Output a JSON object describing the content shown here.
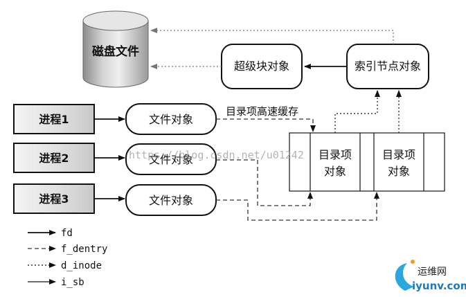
{
  "nodes": {
    "disk": "磁盘文件",
    "superblock": "超级块对象",
    "inode": "索引节点对象",
    "process1": "进程1",
    "process2": "进程2",
    "process3": "进程3",
    "file1": "文件对象",
    "file2": "文件对象",
    "file3": "文件对象",
    "dentry_cache": "目录项高速缓存",
    "dentry1": [
      "目录项",
      "对象"
    ],
    "dentry2": [
      "目录项",
      "对象"
    ]
  },
  "legend": {
    "fd": "fd",
    "f_dentry": "f_dentry",
    "d_inode": "d_inode",
    "i_sb": "i_sb"
  },
  "watermark": "https://blog.csdn.net/u01242",
  "logo": {
    "title": "运维网",
    "domain": "iyunv.com"
  }
}
